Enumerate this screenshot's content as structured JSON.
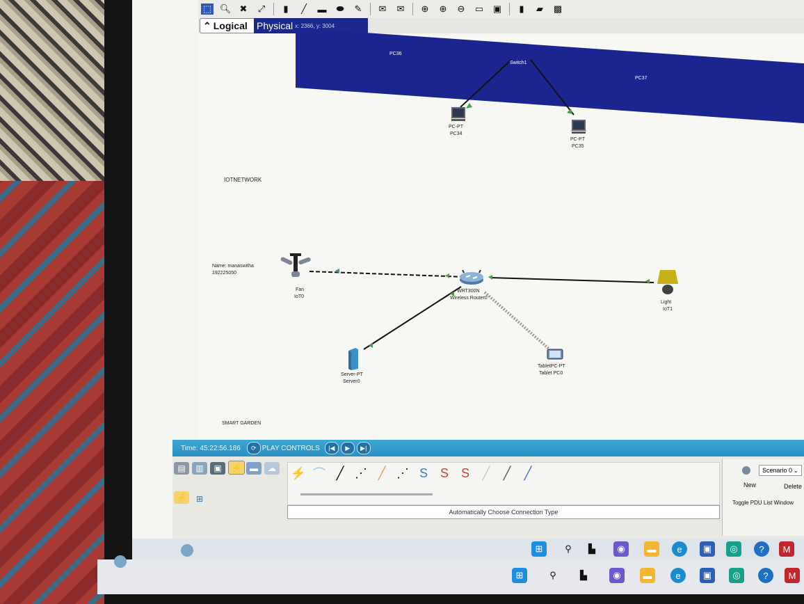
{
  "toolbar": {
    "icons": [
      "select-icon",
      "search-icon",
      "delete-icon",
      "resize-icon",
      "note-icon",
      "line-icon",
      "rectangle-icon",
      "ellipse-icon",
      "freeform-icon",
      "simple-pdu-icon",
      "complex-pdu-icon",
      "zoom-icon",
      "zoom-in-icon",
      "zoom-out-icon",
      "window-icon",
      "fit-icon",
      "palette-icon",
      "custom-device-icon",
      "image-icon"
    ]
  },
  "tabs": {
    "logical": "Logical",
    "physical": "Physical",
    "physical_dims": "x: 2366, y: 3004"
  },
  "workspace": {
    "switch_label": "Switch1",
    "pc36": "PC36",
    "pc37": "PC37",
    "pc34_type": "PC-PT",
    "pc34_name": "PC34",
    "pc35_type": "PC-PT",
    "pc35_name": "PC35",
    "network_note": "IOTNETWORK",
    "name_note_line1": "Name: manaswitha",
    "name_note_line2": "192225050",
    "fan_type": "Fan",
    "fan_name": "IoT0",
    "router_model": "WRT300N",
    "router_name": "Wireless Router0",
    "light_type": "Light",
    "light_name": "IoT1",
    "server_type": "Server-PT",
    "server_name": "Server0",
    "tablet_type": "TabletPC-PT",
    "tablet_name": "Tablet PC0",
    "garden_note": "SMART GARDEN"
  },
  "realtime": {
    "time": "Time: 45:22:56.186",
    "play_controls": "PLAY CONTROLS",
    "back_icon": "|◀",
    "play_icon": "▶",
    "forward_icon": "▶|"
  },
  "panel": {
    "connection_status": "Automatically Choose Connection Type",
    "scenario": "Scenario 0",
    "new_label": "New",
    "delete_label": "Delete",
    "toggle_label": "Toggle PDU List Window"
  },
  "colors": {
    "physical_tab": "#1b2a8a",
    "realtime_bar": "#2a90c2",
    "link_green": "#3fa34d"
  }
}
